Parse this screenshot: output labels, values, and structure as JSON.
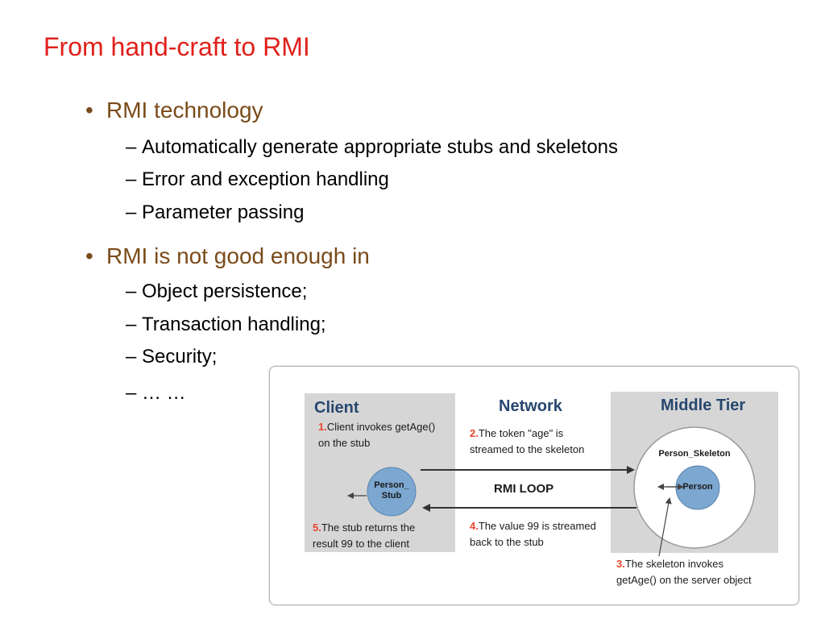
{
  "slide": {
    "title": "From hand-craft to RMI",
    "bullets": [
      {
        "label": "RMI technology",
        "subitems": [
          "Automatically generate appropriate stubs and skeletons",
          "Error and exception handling",
          "Parameter passing"
        ]
      },
      {
        "label": "RMI is not good enough in",
        "subitems": [
          "Object persistence;",
          "Transaction handling;",
          "Security;",
          "… …"
        ]
      }
    ],
    "bullet_symbol": "•",
    "dash_symbol": "–"
  },
  "diagram": {
    "headers": {
      "client": "Client",
      "network": "Network",
      "middle_tier": "Middle Tier"
    },
    "steps": [
      {
        "num": "1.",
        "line1": "Client invokes getAge()",
        "line2": "on the stub"
      },
      {
        "num": "2.",
        "line1": "The token \"age\" is",
        "line2": "streamed to the skeleton"
      },
      {
        "num": "3.",
        "line1": "The skeleton invokes",
        "line2": "getAge() on the server object"
      },
      {
        "num": "4.",
        "line1": "The value 99 is streamed",
        "line2": "back to the stub"
      },
      {
        "num": "5.",
        "line1": "The stub returns the",
        "line2": "result 99 to the client"
      }
    ],
    "stub_label_line1": "Person_",
    "stub_label_line2": "Stub",
    "skeleton_label": "Person_Skeleton",
    "person_label": "Person",
    "loop_label": "RMI LOOP",
    "colors": {
      "panel": "#d6d6d6",
      "header": "#27476f",
      "step_number": "#e8462f",
      "object_fill": "#7ba7d0",
      "arrow": "#333333"
    }
  }
}
